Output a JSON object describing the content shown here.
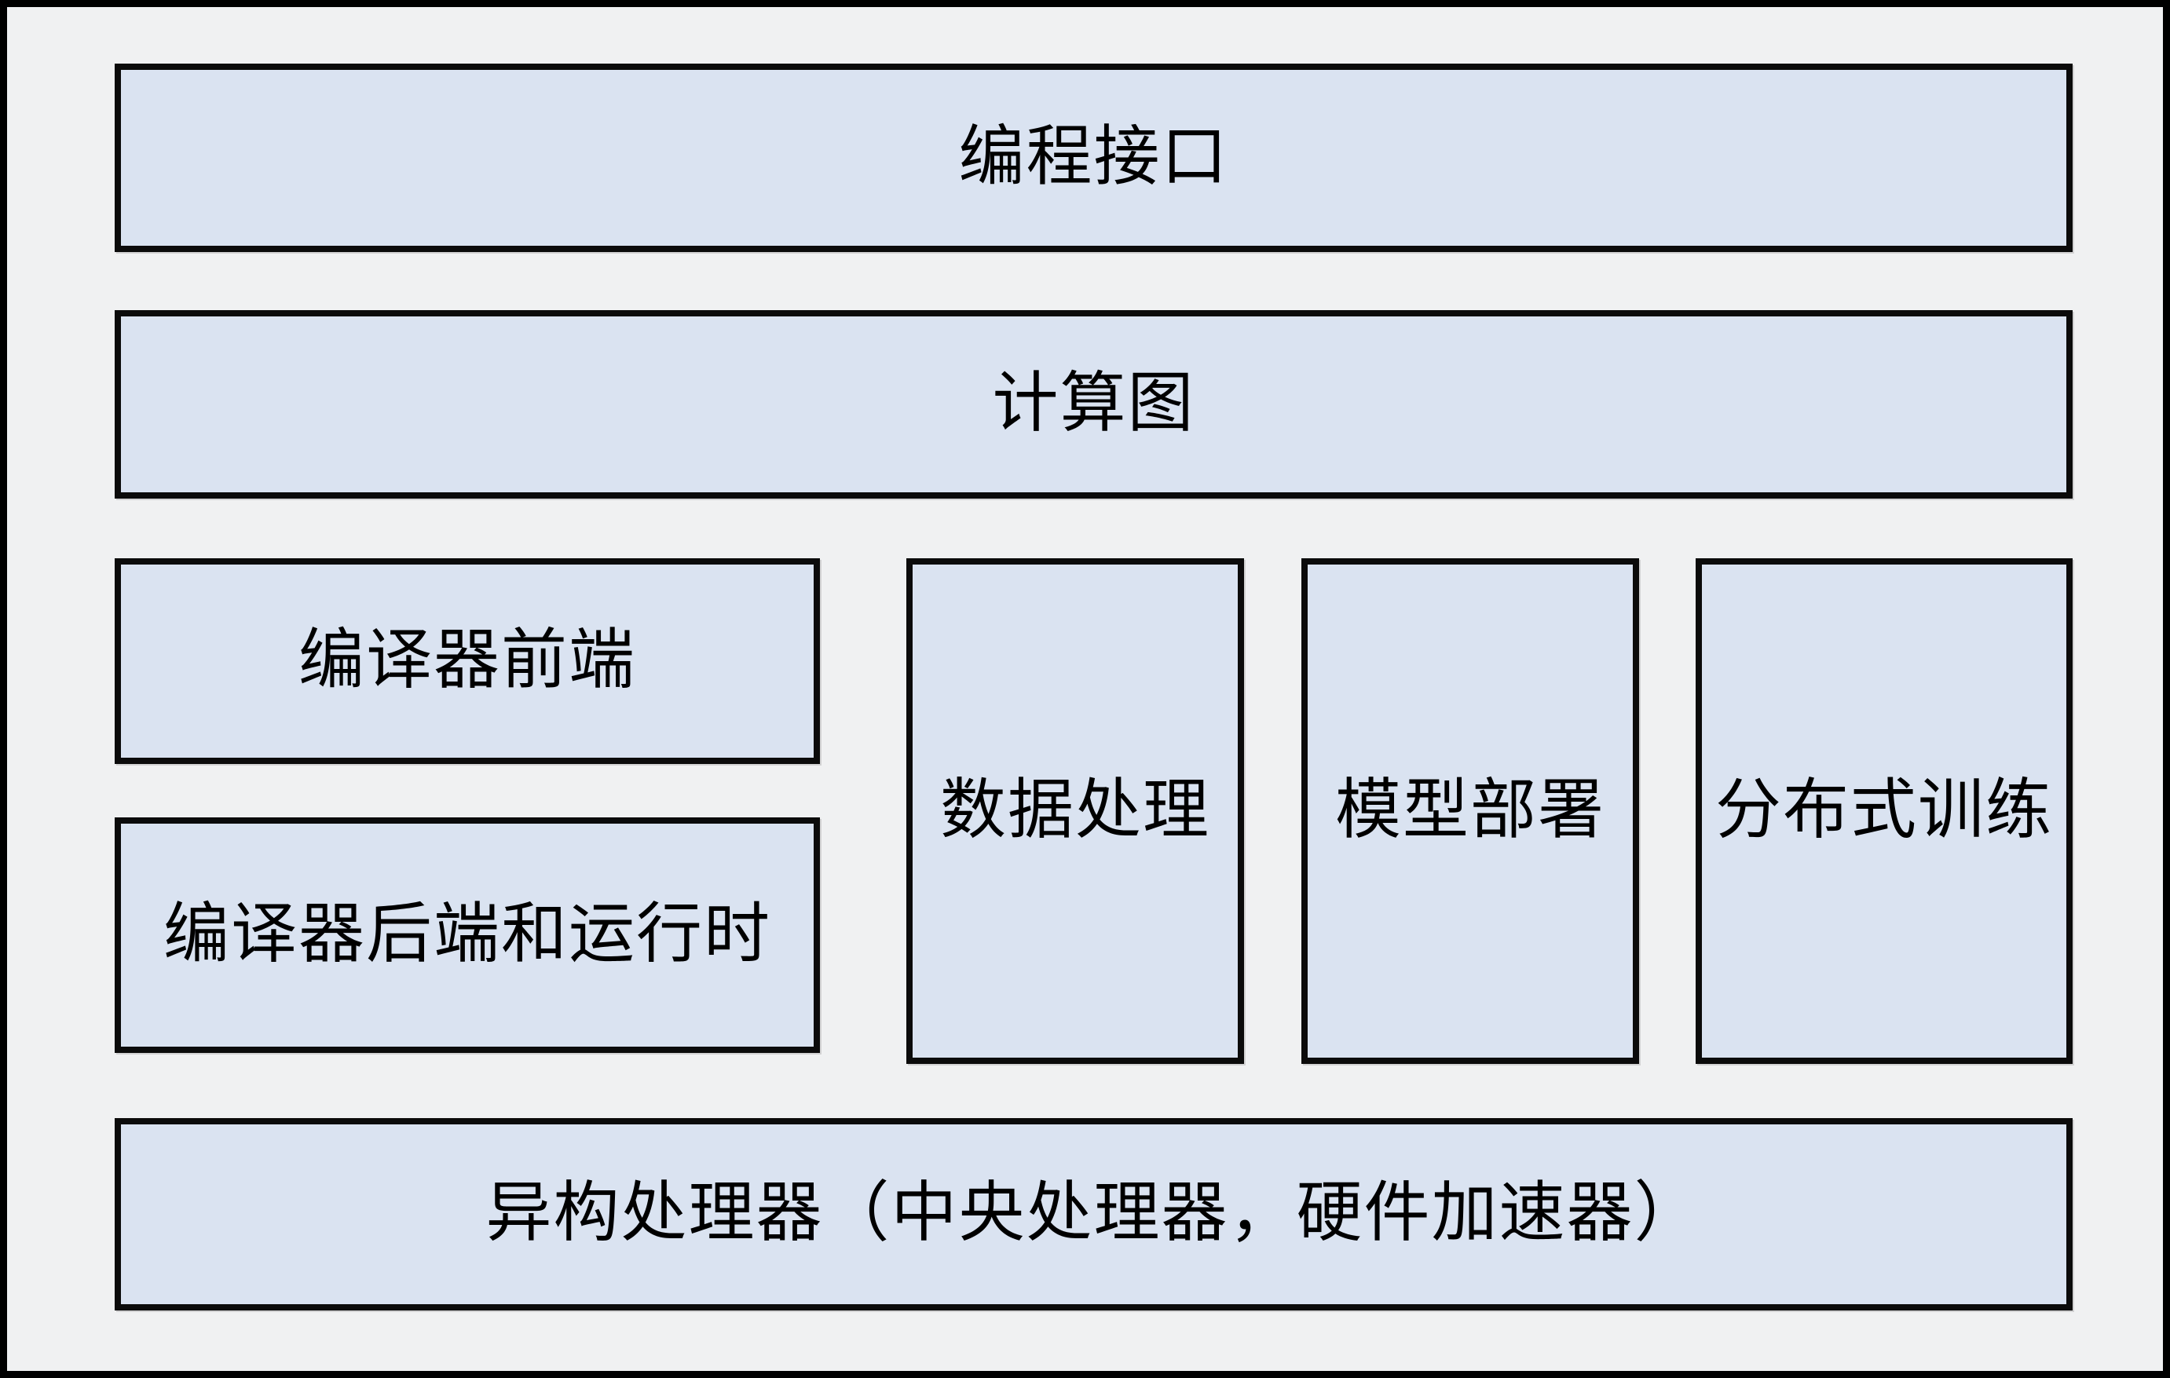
{
  "diagram": {
    "type": "layered-architecture",
    "layers": {
      "programming_interface": "编程接口",
      "computation_graph": "计算图",
      "compiler_frontend": "编译器前端",
      "compiler_backend_runtime": "编译器后端和运行时",
      "data_processing": "数据处理",
      "model_deployment": "模型部署",
      "distributed_training": "分布式训练",
      "heterogeneous_processors": "异构处理器（中央处理器，硬件加速器）"
    },
    "colors": {
      "box_fill": "#dae3f1",
      "box_border": "#0b0b0b",
      "background": "#f0f1f2",
      "outer_frame": "#000000",
      "text": "#000000"
    }
  }
}
